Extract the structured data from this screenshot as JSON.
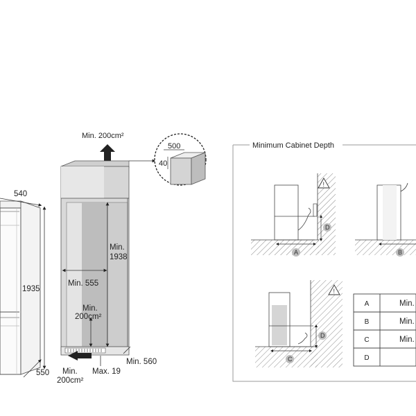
{
  "fridge": {
    "width_label": "540",
    "height_label": "1935",
    "depth_label": "550"
  },
  "cabinet": {
    "top_vent_label": "Min. 200cm²",
    "detail_width_label": "500",
    "detail_height_label": "40",
    "inner_height_label_line1": "Min.",
    "inner_height_label_line2": "1938",
    "inner_width_label": "Min. 555",
    "rear_vent_label_line1": "Min.",
    "rear_vent_label_line2": "200cm²",
    "depth_label": "Min. 560",
    "bottom_vent_label_line1": "Min.",
    "bottom_vent_label_line2": "200cm²",
    "plinth_label": "Max. 19"
  },
  "min_depth": {
    "title": "Minimum Cabinet Depth",
    "markers": [
      "A",
      "B",
      "C",
      "D"
    ],
    "table": [
      {
        "key": "A",
        "value": "Min."
      },
      {
        "key": "B",
        "value": "Min."
      },
      {
        "key": "C",
        "value": "Min."
      },
      {
        "key": "D",
        "value": ""
      }
    ]
  }
}
